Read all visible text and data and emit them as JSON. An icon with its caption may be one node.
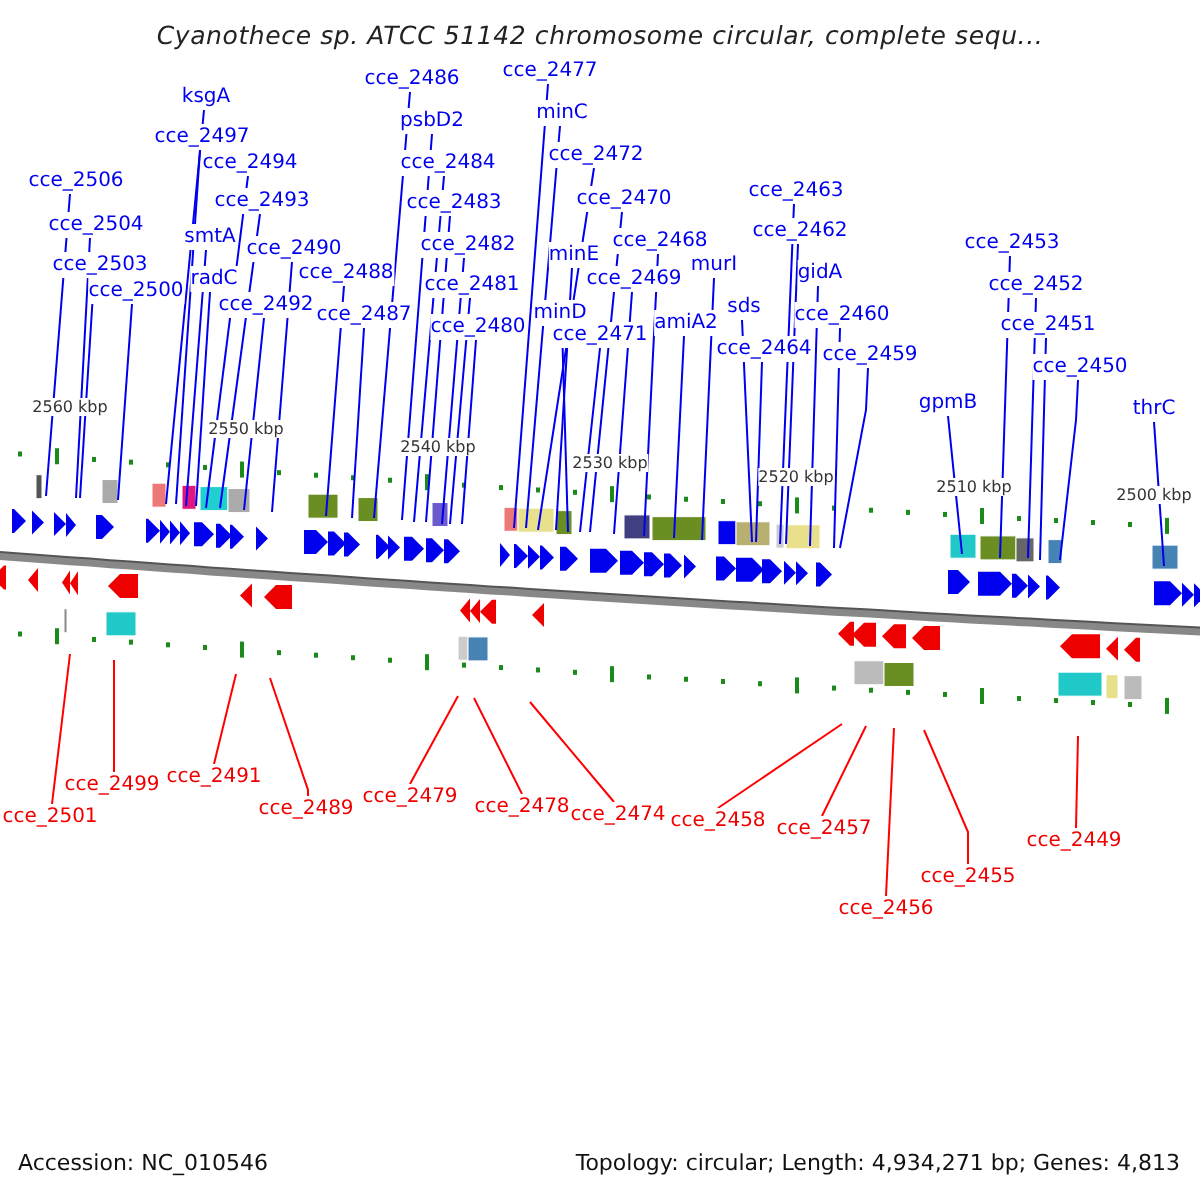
{
  "diagram": {
    "title": "Cyanothece sp. ATCC 51142 chromosome circular, complete sequ...",
    "nodes": [
      {
        "text": [
          "cce_2506"
        ]
      },
      {
        "text": [
          "cce_2504"
        ]
      },
      {
        "text": [
          "cce_2503"
        ]
      },
      {
        "text": [
          "cce_2500"
        ]
      },
      {
        "text": [
          "ksgA"
        ]
      },
      {
        "text": [
          "cce_2497"
        ]
      },
      {
        "text": [
          "smtA"
        ]
      },
      {
        "text": [
          "cce_2494"
        ]
      },
      {
        "text": [
          "radC"
        ]
      },
      {
        "text": [
          "cce_2493"
        ]
      },
      {
        "text": [
          "cce_2490"
        ]
      },
      {
        "text": [
          "cce_2492"
        ]
      },
      {
        "text": [
          "cce_2488"
        ]
      },
      {
        "text": [
          "cce_2487"
        ]
      },
      {
        "text": [
          "cce_2486"
        ]
      },
      {
        "text": [
          "psbD2"
        ]
      },
      {
        "text": [
          "cce_2484"
        ]
      },
      {
        "text": [
          "cce_2483"
        ]
      },
      {
        "text": [
          "cce_2482"
        ]
      },
      {
        "text": [
          "cce_2481"
        ]
      },
      {
        "text": [
          "cce_2480"
        ]
      },
      {
        "text": [
          "cce_2477"
        ]
      },
      {
        "text": [
          "minC"
        ]
      },
      {
        "text": [
          "cce_2472"
        ]
      },
      {
        "text": [
          "minE"
        ]
      },
      {
        "text": [
          "minD"
        ]
      },
      {
        "text": [
          "cce_2470"
        ]
      },
      {
        "text": [
          "cce_2468"
        ]
      },
      {
        "text": [
          "cce_2469"
        ]
      },
      {
        "text": [
          "cce_2471"
        ]
      },
      {
        "text": [
          "amiA2"
        ]
      },
      {
        "text": [
          "murI"
        ]
      },
      {
        "text": [
          "sds"
        ]
      },
      {
        "text": [
          "cce_2464"
        ]
      },
      {
        "text": [
          "cce_2463"
        ]
      },
      {
        "text": [
          "cce_2462"
        ]
      },
      {
        "text": [
          "gidA"
        ]
      },
      {
        "text": [
          "cce_2460"
        ]
      },
      {
        "text": [
          "cce_2459"
        ]
      },
      {
        "text": [
          "gpmB"
        ]
      },
      {
        "text": [
          "cce_2453"
        ]
      },
      {
        "text": [
          "cce_2452"
        ]
      },
      {
        "text": [
          "cce_2451"
        ]
      },
      {
        "text": [
          "cce_2450"
        ]
      },
      {
        "text": [
          "thrC"
        ]
      },
      {
        "text": [
          "cce_2501"
        ]
      },
      {
        "text": [
          "cce_2499"
        ]
      },
      {
        "text": [
          "cce_2491"
        ]
      },
      {
        "text": [
          "cce_2489"
        ]
      },
      {
        "text": [
          "cce_2479"
        ]
      },
      {
        "text": [
          "cce_2478"
        ]
      },
      {
        "text": [
          "cce_2474"
        ]
      },
      {
        "text": [
          "cce_2458"
        ]
      },
      {
        "text": [
          "cce_2457"
        ]
      },
      {
        "text": [
          "cce_2456"
        ]
      },
      {
        "text": [
          "cce_2455"
        ]
      },
      {
        "text": [
          "cce_2449"
        ]
      }
    ],
    "edges": [
      {
        "from": 0,
        "to": null,
        "arrow": "none"
      },
      {
        "from": 1,
        "to": null,
        "arrow": "none"
      },
      {
        "from": 2,
        "to": null,
        "arrow": "none"
      },
      {
        "from": 3,
        "to": null,
        "arrow": "none"
      },
      {
        "from": 4,
        "to": null,
        "arrow": "none"
      },
      {
        "from": 5,
        "to": null,
        "arrow": "none"
      },
      {
        "from": 6,
        "to": null,
        "arrow": "none"
      },
      {
        "from": 7,
        "to": null,
        "arrow": "none"
      },
      {
        "from": 8,
        "to": null,
        "arrow": "none"
      },
      {
        "from": 9,
        "to": null,
        "arrow": "none"
      },
      {
        "from": 10,
        "to": null,
        "arrow": "none"
      },
      {
        "from": 11,
        "to": null,
        "arrow": "none"
      },
      {
        "from": 12,
        "to": null,
        "arrow": "none"
      },
      {
        "from": 13,
        "to": null,
        "arrow": "none"
      },
      {
        "from": 14,
        "to": null,
        "arrow": "none"
      },
      {
        "from": 15,
        "to": null,
        "arrow": "none"
      },
      {
        "from": 16,
        "to": null,
        "arrow": "none"
      },
      {
        "from": 17,
        "to": null,
        "arrow": "none"
      },
      {
        "from": 18,
        "to": null,
        "arrow": "none"
      },
      {
        "from": 19,
        "to": null,
        "arrow": "none"
      },
      {
        "from": 20,
        "to": null,
        "arrow": "none"
      },
      {
        "from": 21,
        "to": null,
        "arrow": "none"
      },
      {
        "from": 22,
        "to": null,
        "arrow": "none"
      },
      {
        "from": 23,
        "to": null,
        "arrow": "none"
      },
      {
        "from": 24,
        "to": null,
        "arrow": "none"
      },
      {
        "from": 25,
        "to": null,
        "arrow": "none"
      },
      {
        "from": 26,
        "to": null,
        "arrow": "none"
      },
      {
        "from": 27,
        "to": null,
        "arrow": "none"
      },
      {
        "from": 28,
        "to": null,
        "arrow": "none"
      },
      {
        "from": 29,
        "to": null,
        "arrow": "none"
      },
      {
        "from": 30,
        "to": null,
        "arrow": "none"
      },
      {
        "from": 31,
        "to": null,
        "arrow": "none"
      },
      {
        "from": 32,
        "to": null,
        "arrow": "none"
      },
      {
        "from": 33,
        "to": null,
        "arrow": "none"
      },
      {
        "from": 34,
        "to": null,
        "arrow": "none"
      },
      {
        "from": 35,
        "to": null,
        "arrow": "none"
      },
      {
        "from": 36,
        "to": null,
        "arrow": "none"
      },
      {
        "from": 37,
        "to": null,
        "arrow": "none"
      },
      {
        "from": 38,
        "to": null,
        "arrow": "none"
      },
      {
        "from": 39,
        "to": null,
        "arrow": "none"
      },
      {
        "from": 40,
        "to": null,
        "arrow": "none"
      },
      {
        "from": 41,
        "to": null,
        "arrow": "none"
      },
      {
        "from": 42,
        "to": null,
        "arrow": "none"
      },
      {
        "from": 43,
        "to": null,
        "arrow": "none"
      },
      {
        "from": 44,
        "to": null,
        "arrow": "none"
      },
      {
        "from": 45,
        "to": null,
        "arrow": "none",
        "color": "#ff0000"
      },
      {
        "from": 46,
        "to": null,
        "arrow": "none",
        "color": "#ff0000"
      },
      {
        "from": 47,
        "to": null,
        "arrow": "none",
        "color": "#ff0000"
      },
      {
        "from": 48,
        "to": null,
        "arrow": "none",
        "color": "#ff0000"
      },
      {
        "from": 49,
        "to": null,
        "arrow": "none",
        "color": "#ff0000"
      },
      {
        "from": 50,
        "to": null,
        "arrow": "none",
        "color": "#ff0000"
      },
      {
        "from": 51,
        "to": null,
        "arrow": "none",
        "color": "#ff0000"
      },
      {
        "from": 52,
        "to": null,
        "arrow": "none",
        "color": "#ff0000"
      },
      {
        "from": 53,
        "to": null,
        "arrow": "none",
        "color": "#ff0000"
      },
      {
        "from": 54,
        "to": null,
        "arrow": "none",
        "color": "#ff0000"
      },
      {
        "from": 55,
        "to": null,
        "arrow": "none",
        "color": "#ff0000"
      },
      {
        "from": 56,
        "to": null,
        "arrow": "none",
        "color": "#ff0000"
      }
    ],
    "labels": [
      "2560 kbp",
      "2550 kbp",
      "2540 kbp",
      "2530 kbp",
      "2520 kbp",
      "2510 kbp",
      "2500 kbp",
      "Accession: NC_010546",
      "Topology: circular; Length: 4,934,271 bp; Genes: 4,813"
    ]
  }
}
